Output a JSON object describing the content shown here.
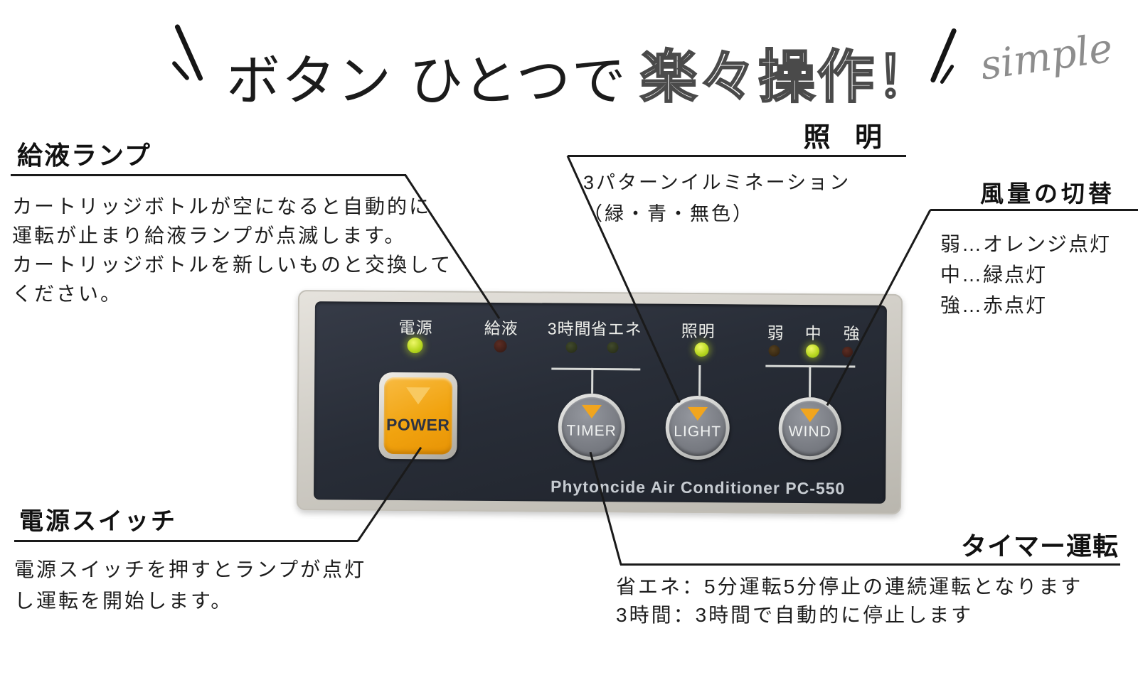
{
  "title": {
    "main": "ボタン ひとつで",
    "highlight": "楽々操作！",
    "script": "simple"
  },
  "callouts": {
    "supply": {
      "heading": "給液ランプ",
      "body": "カートリッジボトルが空になると自動的に\n運転が止まり給液ランプが点滅します。\nカートリッジボトルを新しいものと交換して\nください。"
    },
    "light": {
      "heading": "照 明",
      "body": "3パターンイルミネーション\n（緑・青・無色）"
    },
    "wind": {
      "heading": "風量の切替",
      "body": "弱…オレンジ点灯\n中…緑点灯\n強…赤点灯"
    },
    "power": {
      "heading": "電源スイッチ",
      "body": "電源スイッチを押すとランプが点灯\nし運転を開始します。"
    },
    "timer": {
      "heading": "タイマー運転",
      "body": "省エネ：5分運転5分停止の連続運転となります\n3時間：3時間で自動的に停止します"
    }
  },
  "panel": {
    "indicators": [
      {
        "label": "電源",
        "state": "on"
      },
      {
        "label": "給液",
        "state": "off-red"
      },
      {
        "label": "3時間",
        "state": "off-dark"
      },
      {
        "label": "省エネ",
        "state": "off-dark"
      },
      {
        "label": "照明",
        "state": "on"
      },
      {
        "label": "弱",
        "state": "off-amber"
      },
      {
        "label": "中",
        "state": "on"
      },
      {
        "label": "強",
        "state": "off-red"
      }
    ],
    "buttons": {
      "power": "POWER",
      "timer": "TIMER",
      "light": "LIGHT",
      "wind": "WIND"
    },
    "model_text": "Phytoncide Air Conditioner PC-550"
  },
  "colors": {
    "accent_orange": "#f1a30f",
    "panel_dark": "#282d37",
    "led_green": "#bad822",
    "script_gray": "#8d8d8d"
  }
}
